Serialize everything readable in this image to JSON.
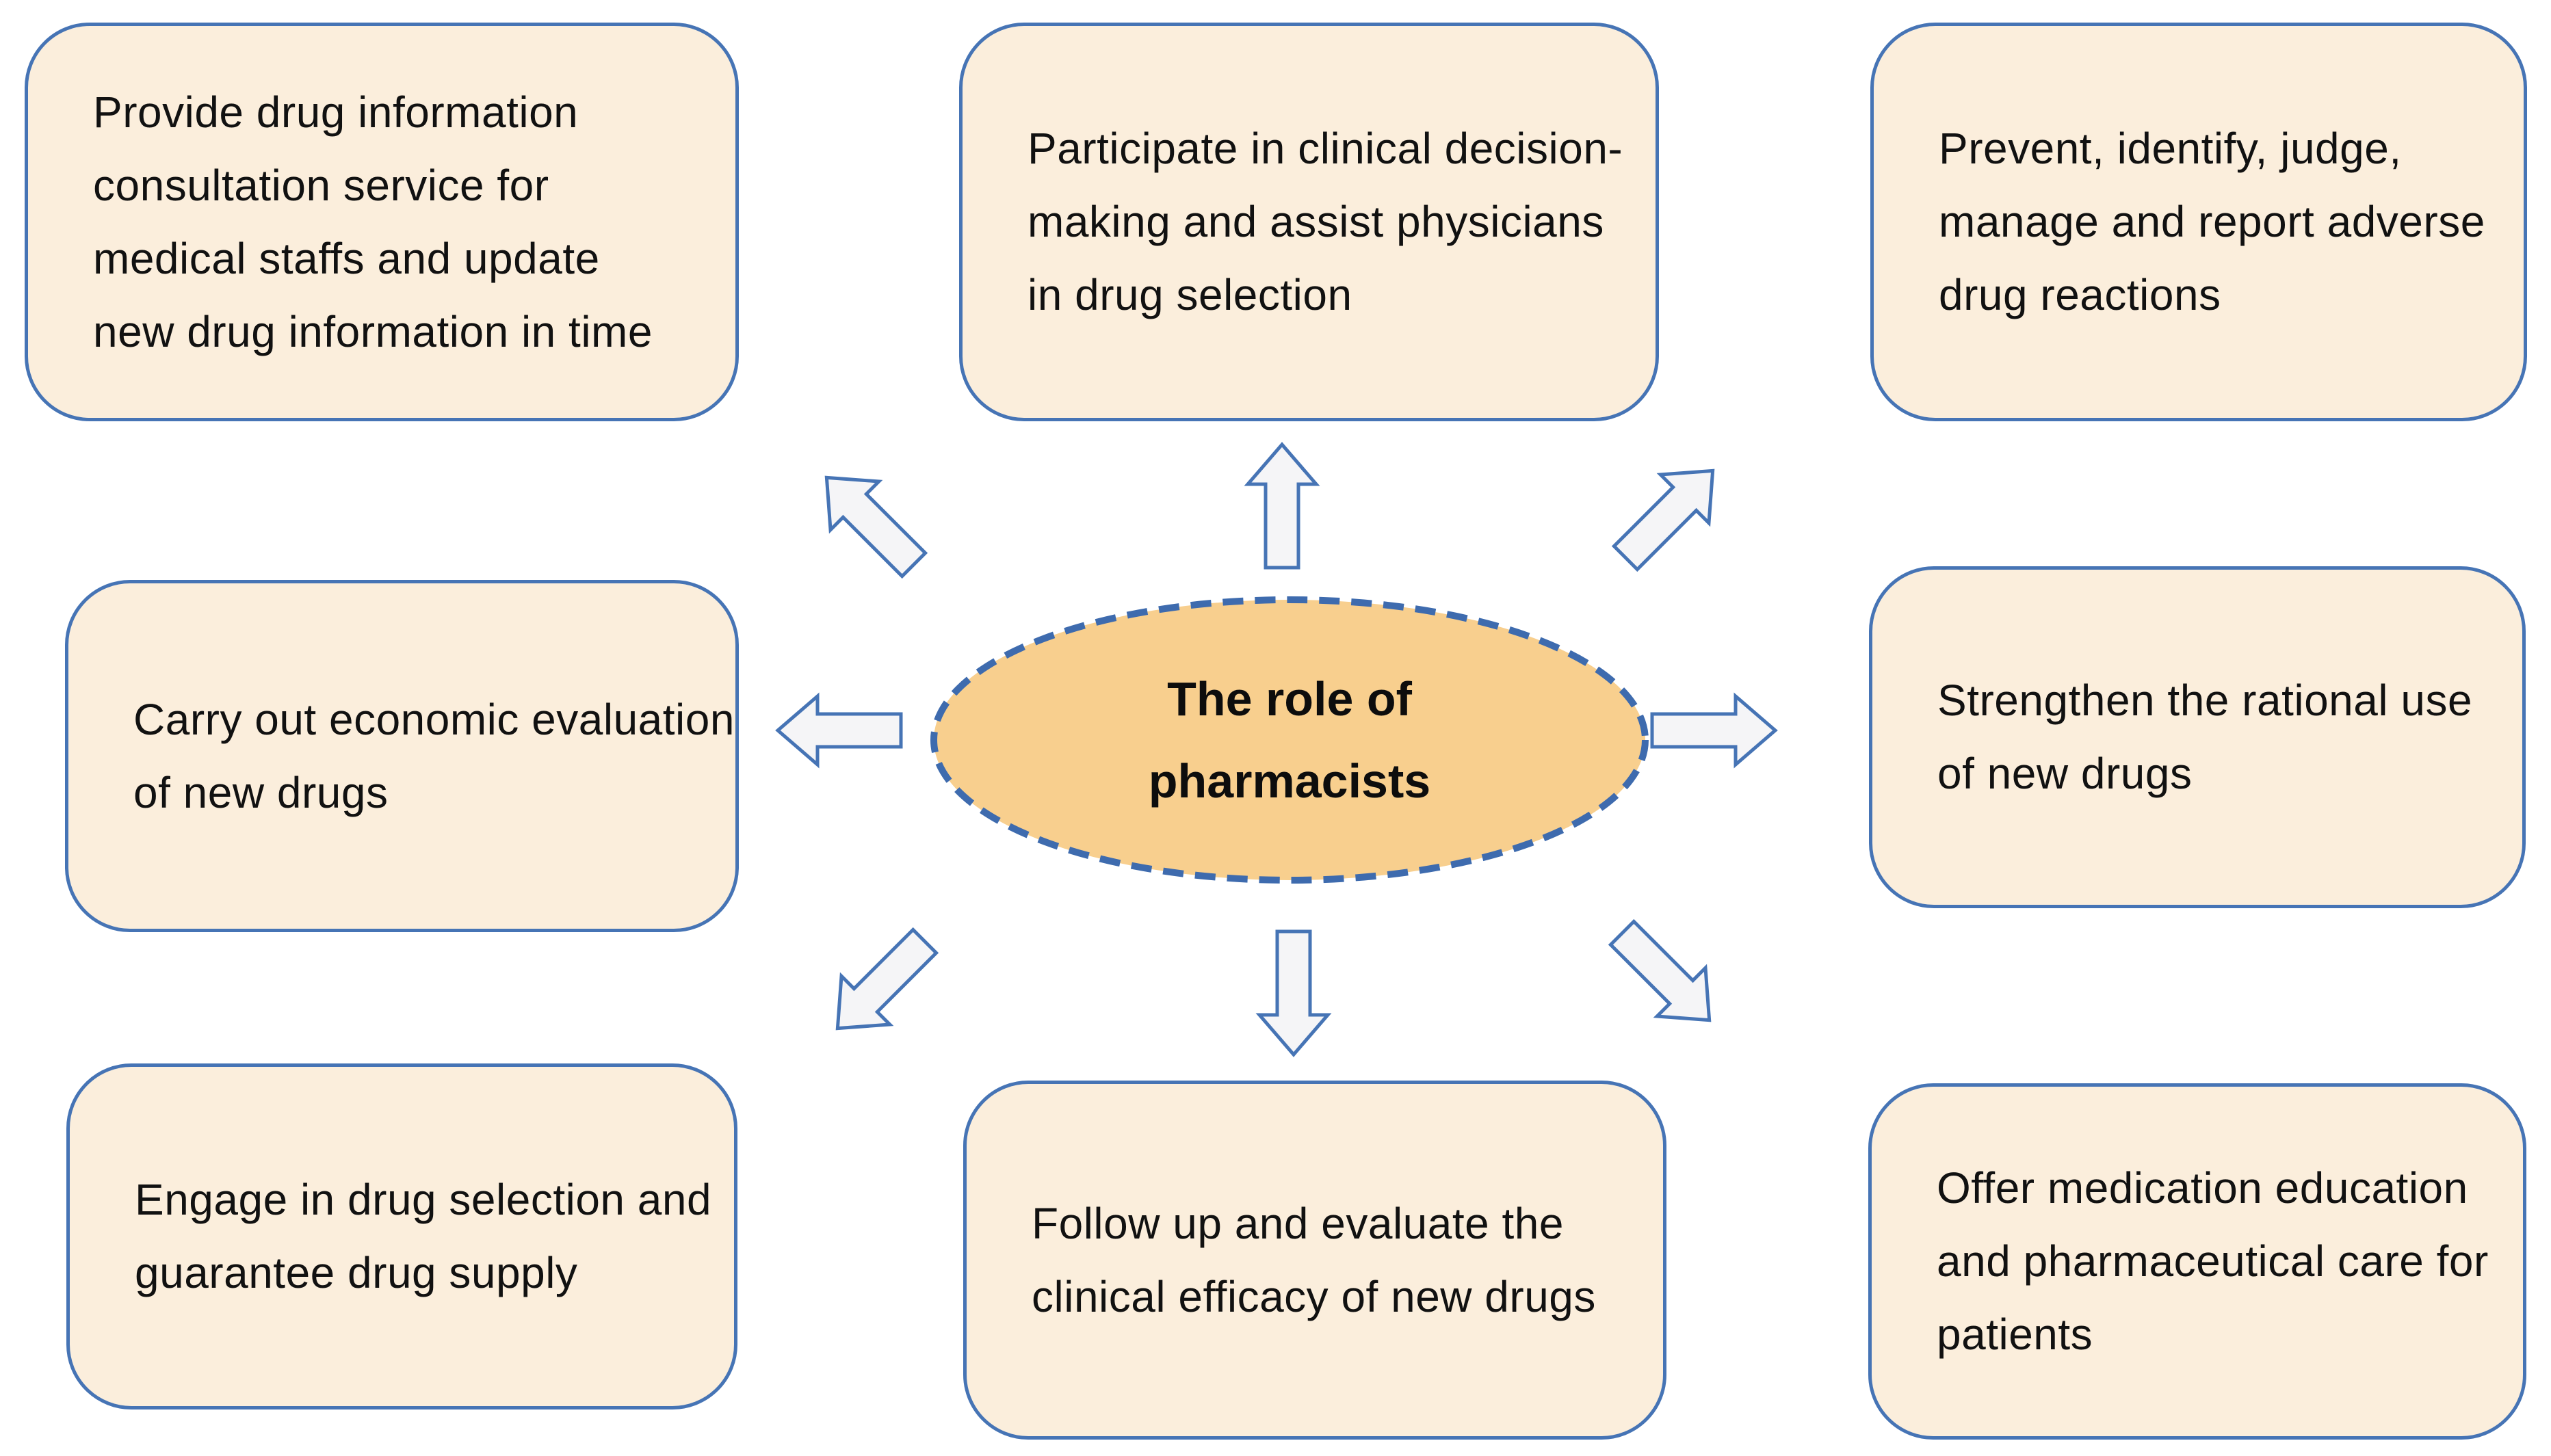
{
  "diagram": {
    "center": {
      "lines": [
        "The role of",
        "pharmacists"
      ]
    },
    "boxes": [
      {
        "position": "top-left",
        "lines": [
          "Provide drug information",
          "consultation service for",
          "medical staffs and update",
          "new drug information in time"
        ]
      },
      {
        "position": "top-center",
        "lines": [
          "Participate in clinical decision-",
          "making and assist physicians",
          "in drug selection"
        ]
      },
      {
        "position": "top-right",
        "lines": [
          "Prevent, identify, judge,",
          "manage and report adverse",
          "drug reactions"
        ]
      },
      {
        "position": "middle-left",
        "lines": [
          "Carry out economic evaluation",
          "of new drugs"
        ]
      },
      {
        "position": "middle-right",
        "lines": [
          "Strengthen the rational use",
          "of new drugs"
        ]
      },
      {
        "position": "bottom-left",
        "lines": [
          "Engage in drug selection and",
          "guarantee drug supply"
        ]
      },
      {
        "position": "bottom-center",
        "lines": [
          "Follow up and evaluate the",
          "clinical efficacy of new drugs"
        ]
      },
      {
        "position": "bottom-right",
        "lines": [
          "Offer medication education",
          "and pharmaceutical care for",
          "patients"
        ]
      }
    ],
    "arrows": [
      "up-left",
      "up",
      "up-right",
      "left",
      "right",
      "down-left",
      "down",
      "down-right"
    ],
    "colors": {
      "box_fill": "#FBEEDC",
      "box_border": "#4674B5",
      "ellipse_fill": "#F8CF8E",
      "ellipse_border": "#3E6BAE",
      "arrow_fill": "#F5F5F7",
      "arrow_border": "#4674B5",
      "text": "#111111"
    }
  }
}
